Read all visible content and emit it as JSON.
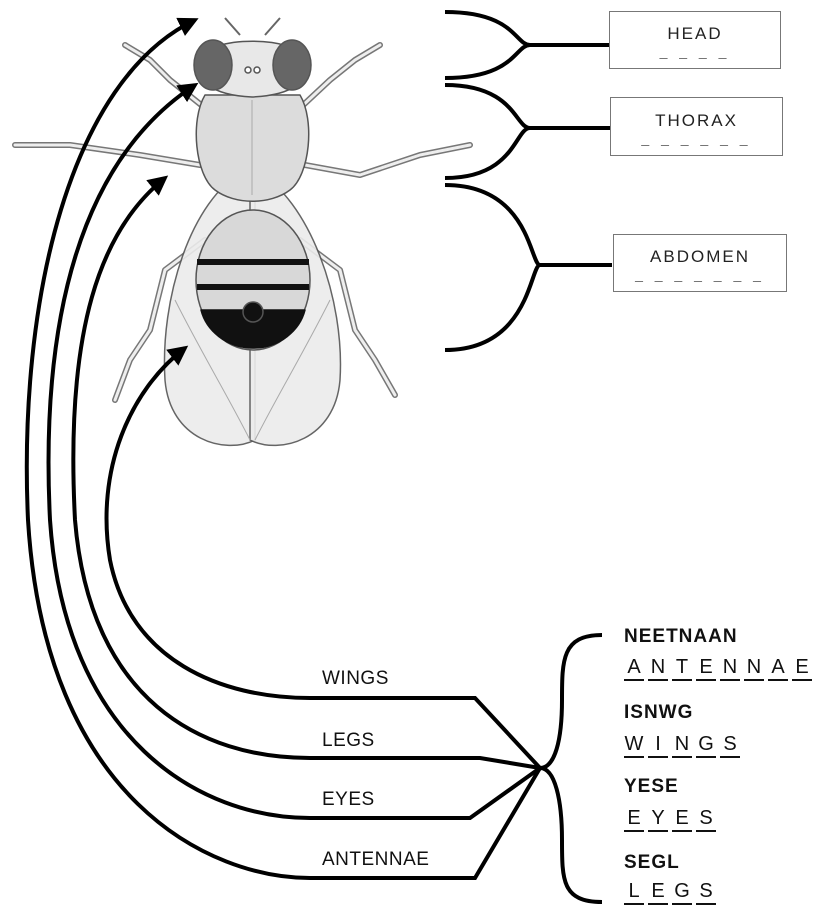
{
  "body_parts": {
    "head": {
      "label": "HEAD",
      "blanks": "_ _ _ _"
    },
    "thorax": {
      "label": "THORAX",
      "blanks": "_ _ _ _ _ _"
    },
    "abdomen": {
      "label": "ABDOMEN",
      "blanks": "_ _ _ _ _ _ _"
    }
  },
  "features": [
    "WINGS",
    "LEGS",
    "EYES",
    "ANTENNAE"
  ],
  "puzzles": [
    {
      "scrambled": "NEETNAAN",
      "answer": [
        "A",
        "N",
        "T",
        "E",
        "N",
        "N",
        "A",
        "E"
      ]
    },
    {
      "scrambled": "ISNWG",
      "answer": [
        "W",
        "I",
        "N",
        "G",
        "S"
      ]
    },
    {
      "scrambled": "YESE",
      "answer": [
        "E",
        "Y",
        "E",
        "S"
      ]
    },
    {
      "scrambled": "SEGL",
      "answer": [
        "L",
        "E",
        "G",
        "S"
      ]
    }
  ],
  "colors": {
    "line": "#000000",
    "fly_body": "#e4e4e4",
    "fly_outline": "#555555",
    "eye": "#666666",
    "wing": "#ececec"
  }
}
